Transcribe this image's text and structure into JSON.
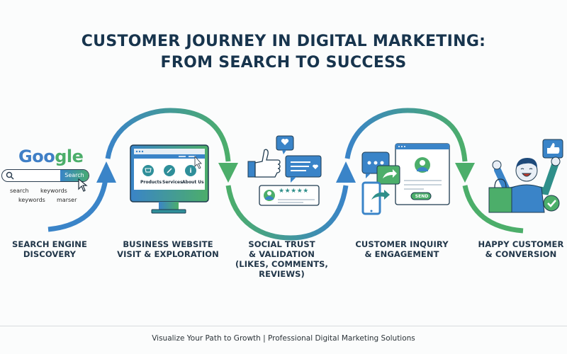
{
  "title": {
    "line1": "CUSTOMER JOURNEY IN DIGITAL MARKETING:",
    "line2": "FROM SEARCH TO SUCCESS"
  },
  "colors": {
    "title": "#17344d",
    "blue": "#3a84c8",
    "green": "#4cae6a",
    "teal": "#2f8f8a",
    "text": "#213649"
  },
  "stages": [
    {
      "id": "search",
      "label_lines": [
        "SEARCH ENGINE",
        "DISCOVERY"
      ],
      "icon": "search-engine-illustration",
      "google_text": "Google",
      "search_button": "Search",
      "keywords": [
        "search",
        "keywords",
        "keywords",
        "marser"
      ]
    },
    {
      "id": "website",
      "label_lines": [
        "BUSINESS WEBSITE",
        "VISIT & EXPLORATION"
      ],
      "icon": "monitor-website-illustration",
      "nav_items": [
        "Products",
        "Services",
        "About Us"
      ]
    },
    {
      "id": "social",
      "label_lines": [
        "SOCIAL TRUST",
        "& VALIDATION",
        "(LIKES, COMMENTS,",
        "REVIEWS)"
      ],
      "icon": "social-proof-illustration",
      "rating": "★★★★★"
    },
    {
      "id": "inquiry",
      "label_lines": [
        "CUSTOMER INQUIRY",
        "& ENGAGEMENT"
      ],
      "icon": "inquiry-illustration",
      "send_button": "SEND"
    },
    {
      "id": "conversion",
      "label_lines": [
        "HAPPY CUSTOMER",
        "& CONVERSION"
      ],
      "icon": "happy-customer-illustration"
    }
  ],
  "footer": {
    "text": "Visualize Your Path to Growth | Professional Digital Marketing Solutions"
  }
}
